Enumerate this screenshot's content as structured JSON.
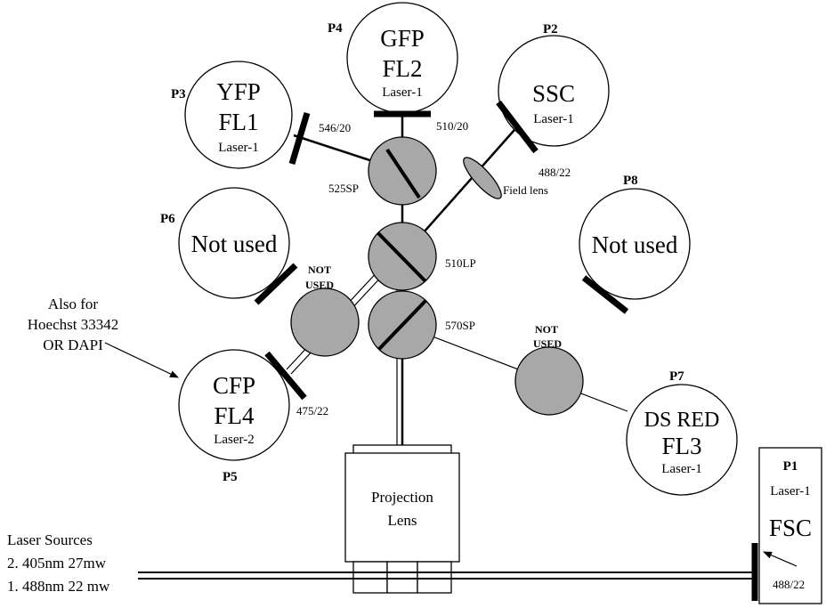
{
  "detectors": {
    "p4": {
      "pos": "P4",
      "line1": "GFP",
      "line2": "FL2",
      "laser": "Laser-1",
      "filter": "510/20"
    },
    "p2": {
      "pos": "P2",
      "line1": "SSC",
      "laser": "Laser-1",
      "filter": "488/22"
    },
    "p3": {
      "pos": "P3",
      "line1": "YFP",
      "line2": "FL1",
      "laser": "Laser-1",
      "filter": "546/20"
    },
    "p6": {
      "pos": "P6",
      "line1": "Not used"
    },
    "p8": {
      "pos": "P8",
      "line1": "Not used"
    },
    "p5": {
      "pos": "P5",
      "line1": "CFP",
      "line2": "FL4",
      "laser": "Laser-2",
      "filter": "475/22"
    },
    "p7": {
      "pos": "P7",
      "line1": "DS RED",
      "line2": "FL3",
      "laser": "Laser-1"
    },
    "p1": {
      "pos": "P1",
      "laser": "Laser-1",
      "line1": "FSC",
      "filter": "488/22"
    }
  },
  "optics": {
    "sp525": "525SP",
    "lp510": "510LP",
    "sp570": "570SP",
    "field_lens": "Field lens",
    "not_used_left": [
      "NOT",
      "USED"
    ],
    "not_used_right": [
      "NOT",
      "USED"
    ]
  },
  "projection_lens": [
    "Projection",
    "Lens"
  ],
  "note": [
    "Also for",
    "Hoechst 33342",
    "OR DAPI"
  ],
  "laser_sources": {
    "title": "Laser Sources",
    "items": [
      "2. 405nm 27mw",
      "1. 488nm 22 mw"
    ]
  }
}
